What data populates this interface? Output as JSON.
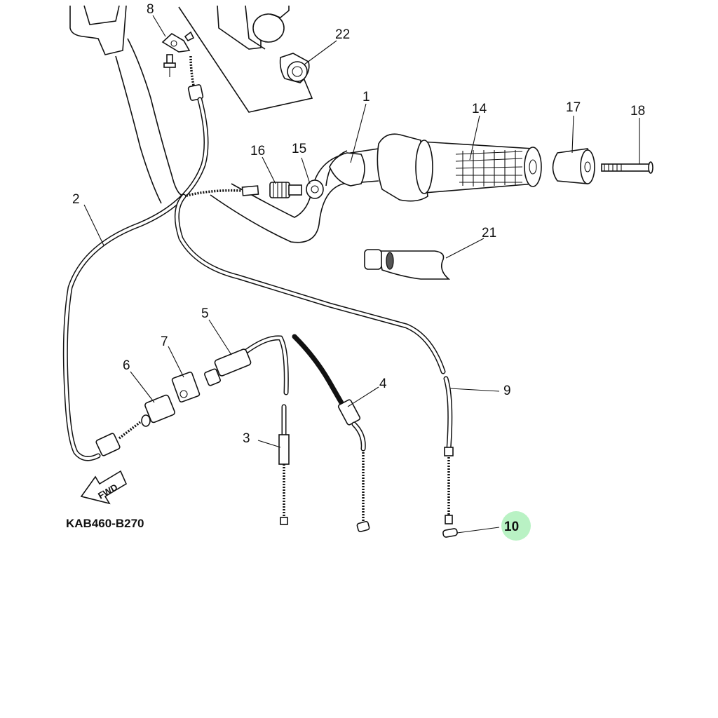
{
  "caption": "KAB460-B270",
  "direction_label": "FWD",
  "highlight_color": "#b9f2c4",
  "callouts": [
    {
      "id": "c8",
      "label": "8"
    },
    {
      "id": "c22",
      "label": "22"
    },
    {
      "id": "c1",
      "label": "1"
    },
    {
      "id": "c14",
      "label": "14"
    },
    {
      "id": "c17",
      "label": "17"
    },
    {
      "id": "c18",
      "label": "18"
    },
    {
      "id": "c16",
      "label": "16"
    },
    {
      "id": "c15",
      "label": "15"
    },
    {
      "id": "c2",
      "label": "2"
    },
    {
      "id": "c21",
      "label": "21"
    },
    {
      "id": "c5",
      "label": "5"
    },
    {
      "id": "c7",
      "label": "7"
    },
    {
      "id": "c6",
      "label": "6"
    },
    {
      "id": "c4",
      "label": "4"
    },
    {
      "id": "c9",
      "label": "9"
    },
    {
      "id": "c3",
      "label": "3"
    },
    {
      "id": "c10",
      "label": "10"
    }
  ],
  "highlighted_callout": "10"
}
